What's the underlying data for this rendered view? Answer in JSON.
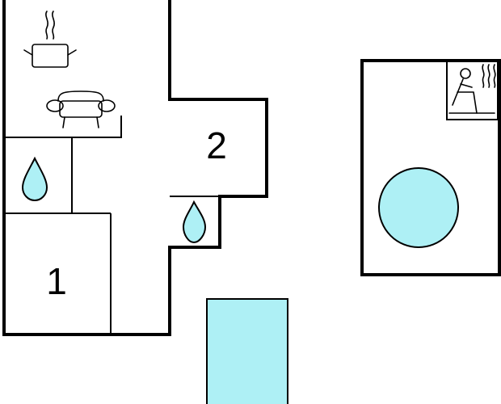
{
  "floorplan": {
    "rooms": [
      {
        "id": "bedroom-1",
        "label": "1"
      },
      {
        "id": "bedroom-2",
        "label": "2"
      }
    ],
    "icons": [
      "cooking-pot-icon",
      "sofa-icon",
      "water-drop-icon",
      "water-drop-icon",
      "sauna-icon"
    ],
    "colors": {
      "wall": "#000000",
      "water": "#aef0f5",
      "background": "#ffffff"
    }
  }
}
